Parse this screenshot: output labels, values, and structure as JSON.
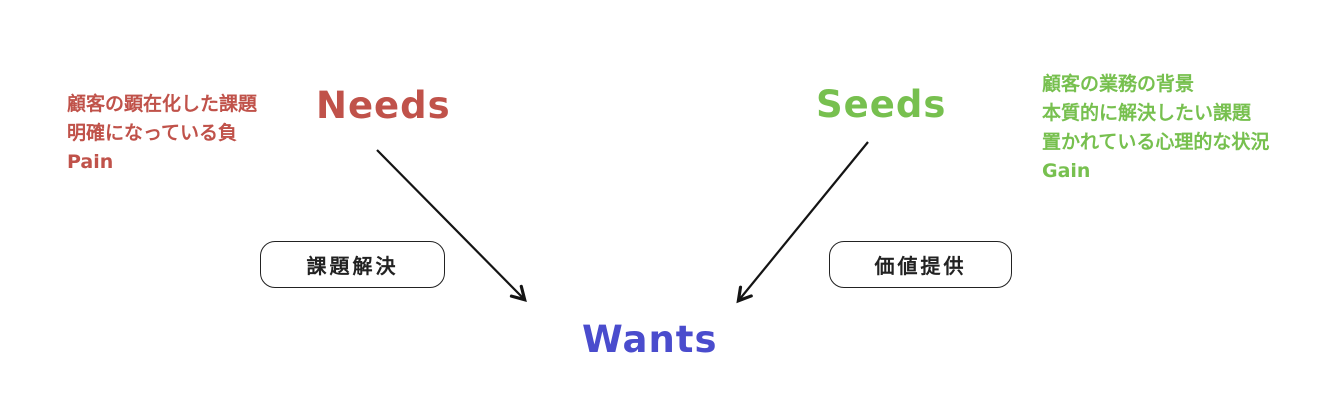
{
  "colors": {
    "needs": "#c0524a",
    "seeds": "#77c04f",
    "wants": "#4a4ccd",
    "arrow": "#141414",
    "box_border": "#222222",
    "box_text": "#222222"
  },
  "diagram": {
    "needs": {
      "title": "Needs",
      "notes": [
        "顧客の顕在化した課題",
        "明確になっている負",
        "Pain"
      ]
    },
    "seeds": {
      "title": "Seeds",
      "notes": [
        "顧客の業務の背景",
        "本質的に解決したい課題",
        "置かれている心理的な状況",
        "Gain"
      ]
    },
    "wants": {
      "title": "Wants"
    },
    "solution_box": {
      "label": "課題解決"
    },
    "value_box": {
      "label": "価値提供"
    }
  }
}
